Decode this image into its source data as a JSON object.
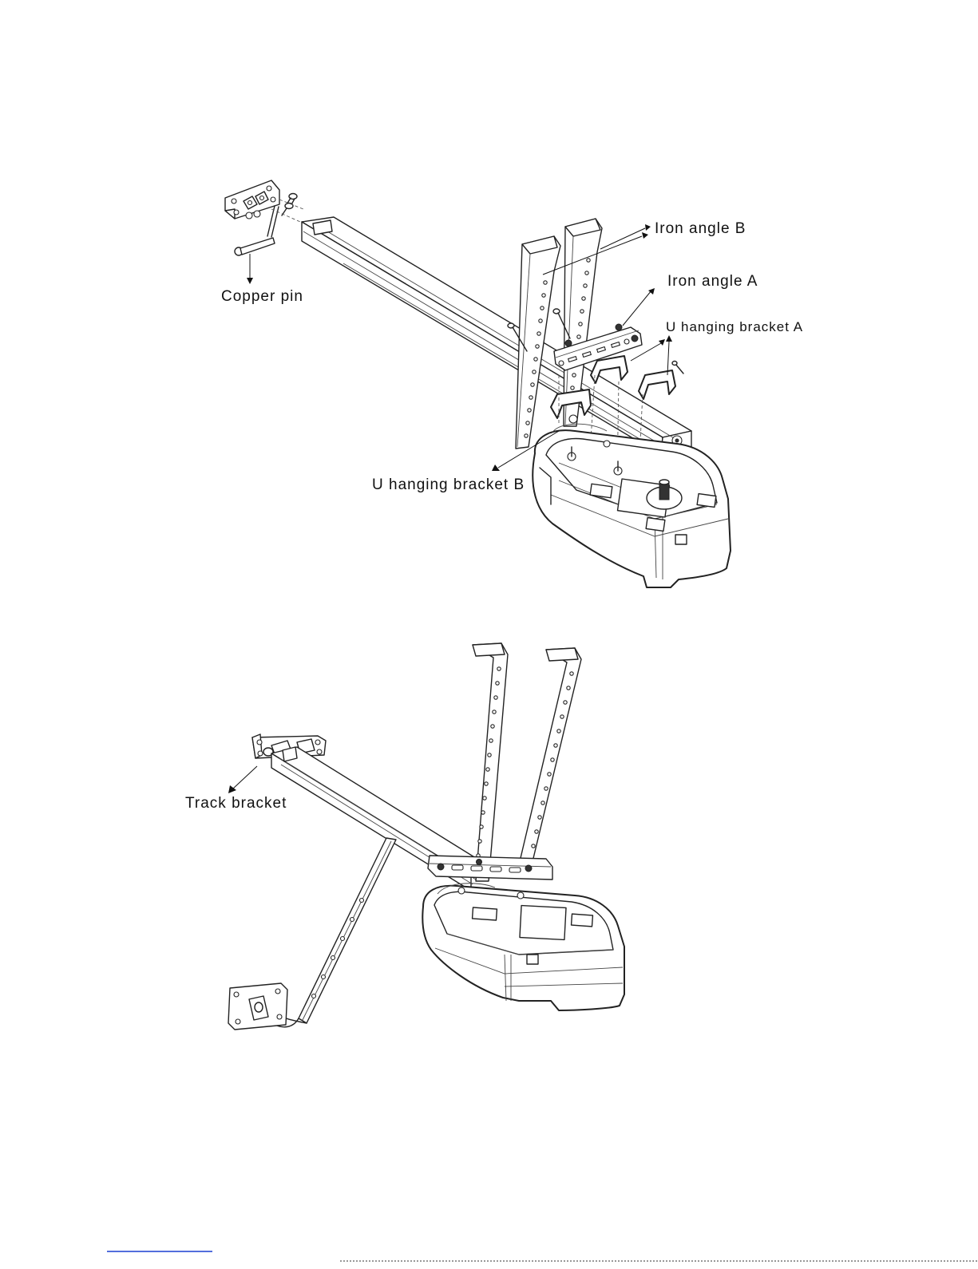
{
  "figure_1": {
    "labels": {
      "iron_angle_b": "Iron angle B",
      "iron_angle_a": "Iron angle A",
      "u_hanging_bracket_a": "U hanging bracket A",
      "copper_pin": "Copper pin",
      "u_hanging_bracket_b": "U hanging bracket B"
    }
  },
  "figure_2": {
    "labels": {
      "track_bracket": "Track bracket"
    }
  },
  "colors": {
    "line": "#222222",
    "background": "#ffffff",
    "footer_link": "#1a3fd1"
  }
}
